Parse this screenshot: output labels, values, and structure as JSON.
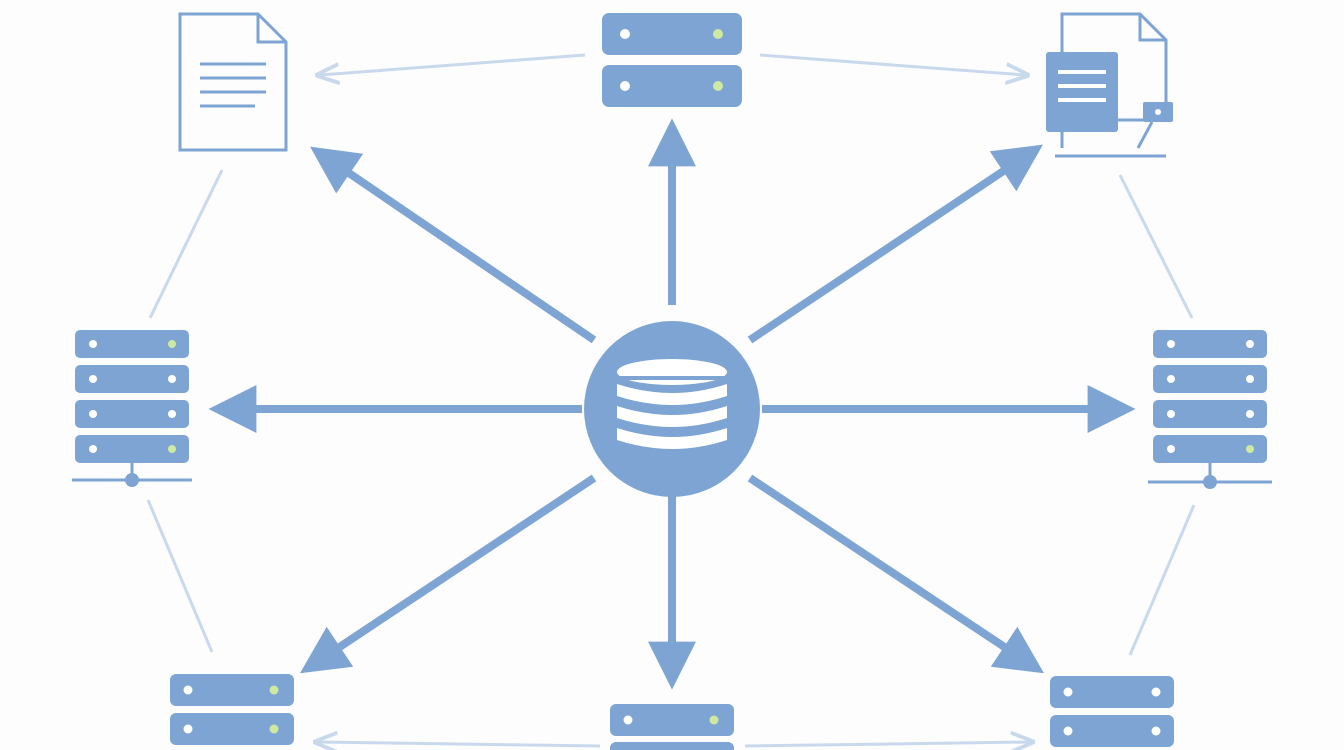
{
  "diagram": {
    "colors": {
      "background": "#fdfdfe",
      "primary": "#7da4d2",
      "arrow": "#7da4d2",
      "connector": "#c9d9ec",
      "indicator": "#cfe9a1",
      "light": "#ffffff"
    },
    "hub": {
      "icon": "database-icon"
    },
    "nodes": [
      {
        "id": "top-left",
        "icon": "document-icon"
      },
      {
        "id": "top",
        "icon": "server-icon"
      },
      {
        "id": "top-right",
        "icon": "document-printer-icon"
      },
      {
        "id": "left",
        "icon": "server-rack-icon"
      },
      {
        "id": "right",
        "icon": "server-rack-icon"
      },
      {
        "id": "bottom-left",
        "icon": "server-icon"
      },
      {
        "id": "bottom",
        "icon": "server-icon"
      },
      {
        "id": "bottom-right",
        "icon": "server-icon"
      }
    ]
  }
}
